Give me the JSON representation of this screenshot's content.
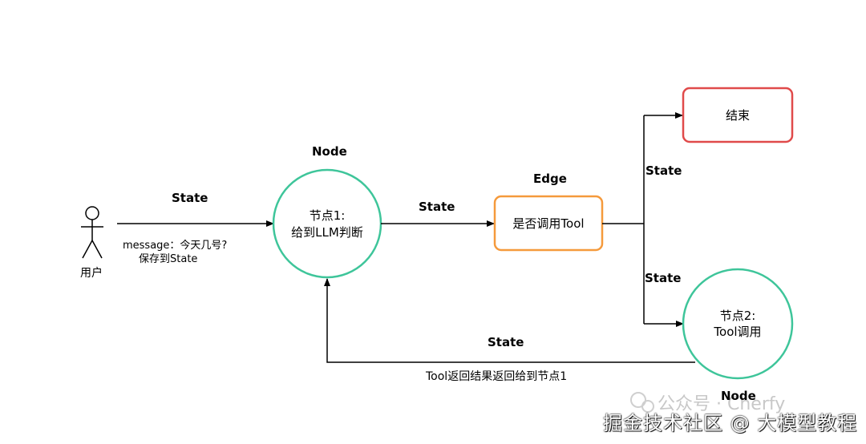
{
  "actor": {
    "label": "用户"
  },
  "edges": {
    "user_to_node1": {
      "state": "State",
      "message": "message：今天几号?",
      "save": "保存到State"
    },
    "node1_to_edge": {
      "state": "State"
    },
    "edge_to_end": {
      "state": "State"
    },
    "edge_to_node2": {
      "state": "State"
    },
    "node2_to_node1": {
      "state": "State",
      "label": "Tool返回结果返回给到节点1"
    }
  },
  "node1": {
    "type_label": "Node",
    "line1": "节点1:",
    "line2": "给到LLM判断"
  },
  "edge_box": {
    "type_label": "Edge",
    "label": "是否调用Tool"
  },
  "end_box": {
    "label": "结束"
  },
  "node2": {
    "type_label": "Node",
    "line1": "节点2:",
    "line2": "Tool调用"
  },
  "watermark": {
    "gray": "公众号 · Cherfy",
    "main": "掘金技术社区 @ 大模型教程"
  },
  "colors": {
    "green": "#3ec59a",
    "orange": "#f59a3c",
    "red": "#e04a4a",
    "line": "#000000"
  }
}
